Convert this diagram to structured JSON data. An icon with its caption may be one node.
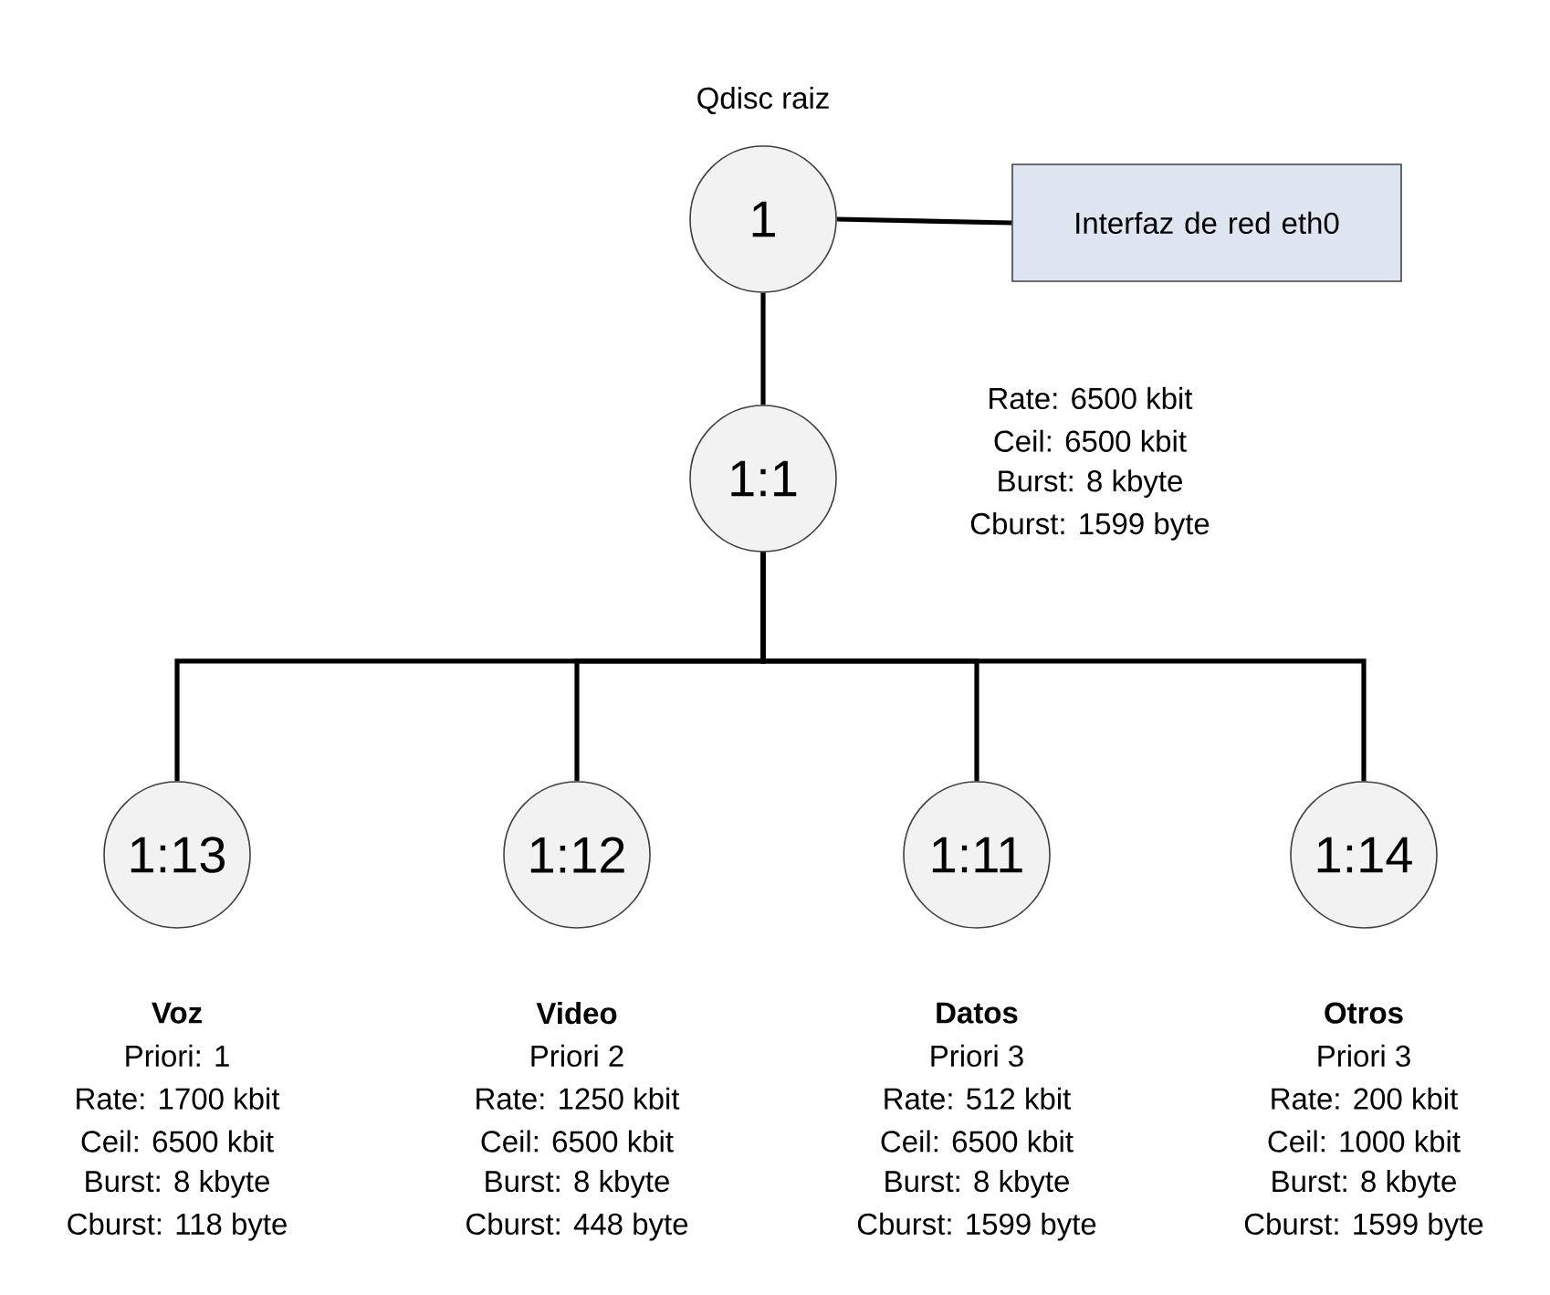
{
  "diagram": {
    "nodes": [
      {
        "text": [
          "1"
        ],
        "beside": [
          "Qdisc raiz"
        ]
      },
      {
        "text": [
          "Interfaz de red eth0"
        ]
      },
      {
        "text": [
          "1:1"
        ],
        "beside": [
          "Rate: 6500 kbit",
          "Ceil: 6500 kbit",
          "Burst: 8 kbyte",
          "Cburst: 1599 byte"
        ]
      },
      {
        "text": [
          "1:13",
          "Voz"
        ],
        "beside": [
          "Priori: 1",
          "Rate: 1700 kbit",
          "Ceil: 6500 kbit",
          "Burst: 8 kbyte",
          "Cburst: 118 byte"
        ]
      },
      {
        "text": [
          "1:12",
          "Video"
        ],
        "beside": [
          "Priori 2",
          "Rate: 1250 kbit",
          "Ceil: 6500 kbit",
          "Burst: 8 kbyte",
          "Cburst: 448 byte"
        ]
      },
      {
        "text": [
          "1:11",
          "Datos"
        ],
        "beside": [
          "Priori 3",
          "Rate: 512 kbit",
          "Ceil: 6500 kbit",
          "Burst: 8 kbyte",
          "Cburst: 1599 byte"
        ]
      },
      {
        "text": [
          "1:14",
          "Otros"
        ],
        "beside": [
          "Priori 3",
          "Rate: 200 kbit",
          "Ceil: 1000 kbit",
          "Burst: 8 kbyte",
          "Cburst: 1599 byte"
        ]
      }
    ],
    "edges": [
      {
        "from": 0,
        "to": 1,
        "arrow": "none"
      },
      {
        "from": 0,
        "to": 2,
        "arrow": "none"
      },
      {
        "from": 2,
        "to": 3,
        "arrow": "none"
      },
      {
        "from": 2,
        "to": 4,
        "arrow": "none"
      },
      {
        "from": 2,
        "to": 5,
        "arrow": "none"
      },
      {
        "from": 2,
        "to": 6,
        "arrow": "none"
      }
    ]
  }
}
